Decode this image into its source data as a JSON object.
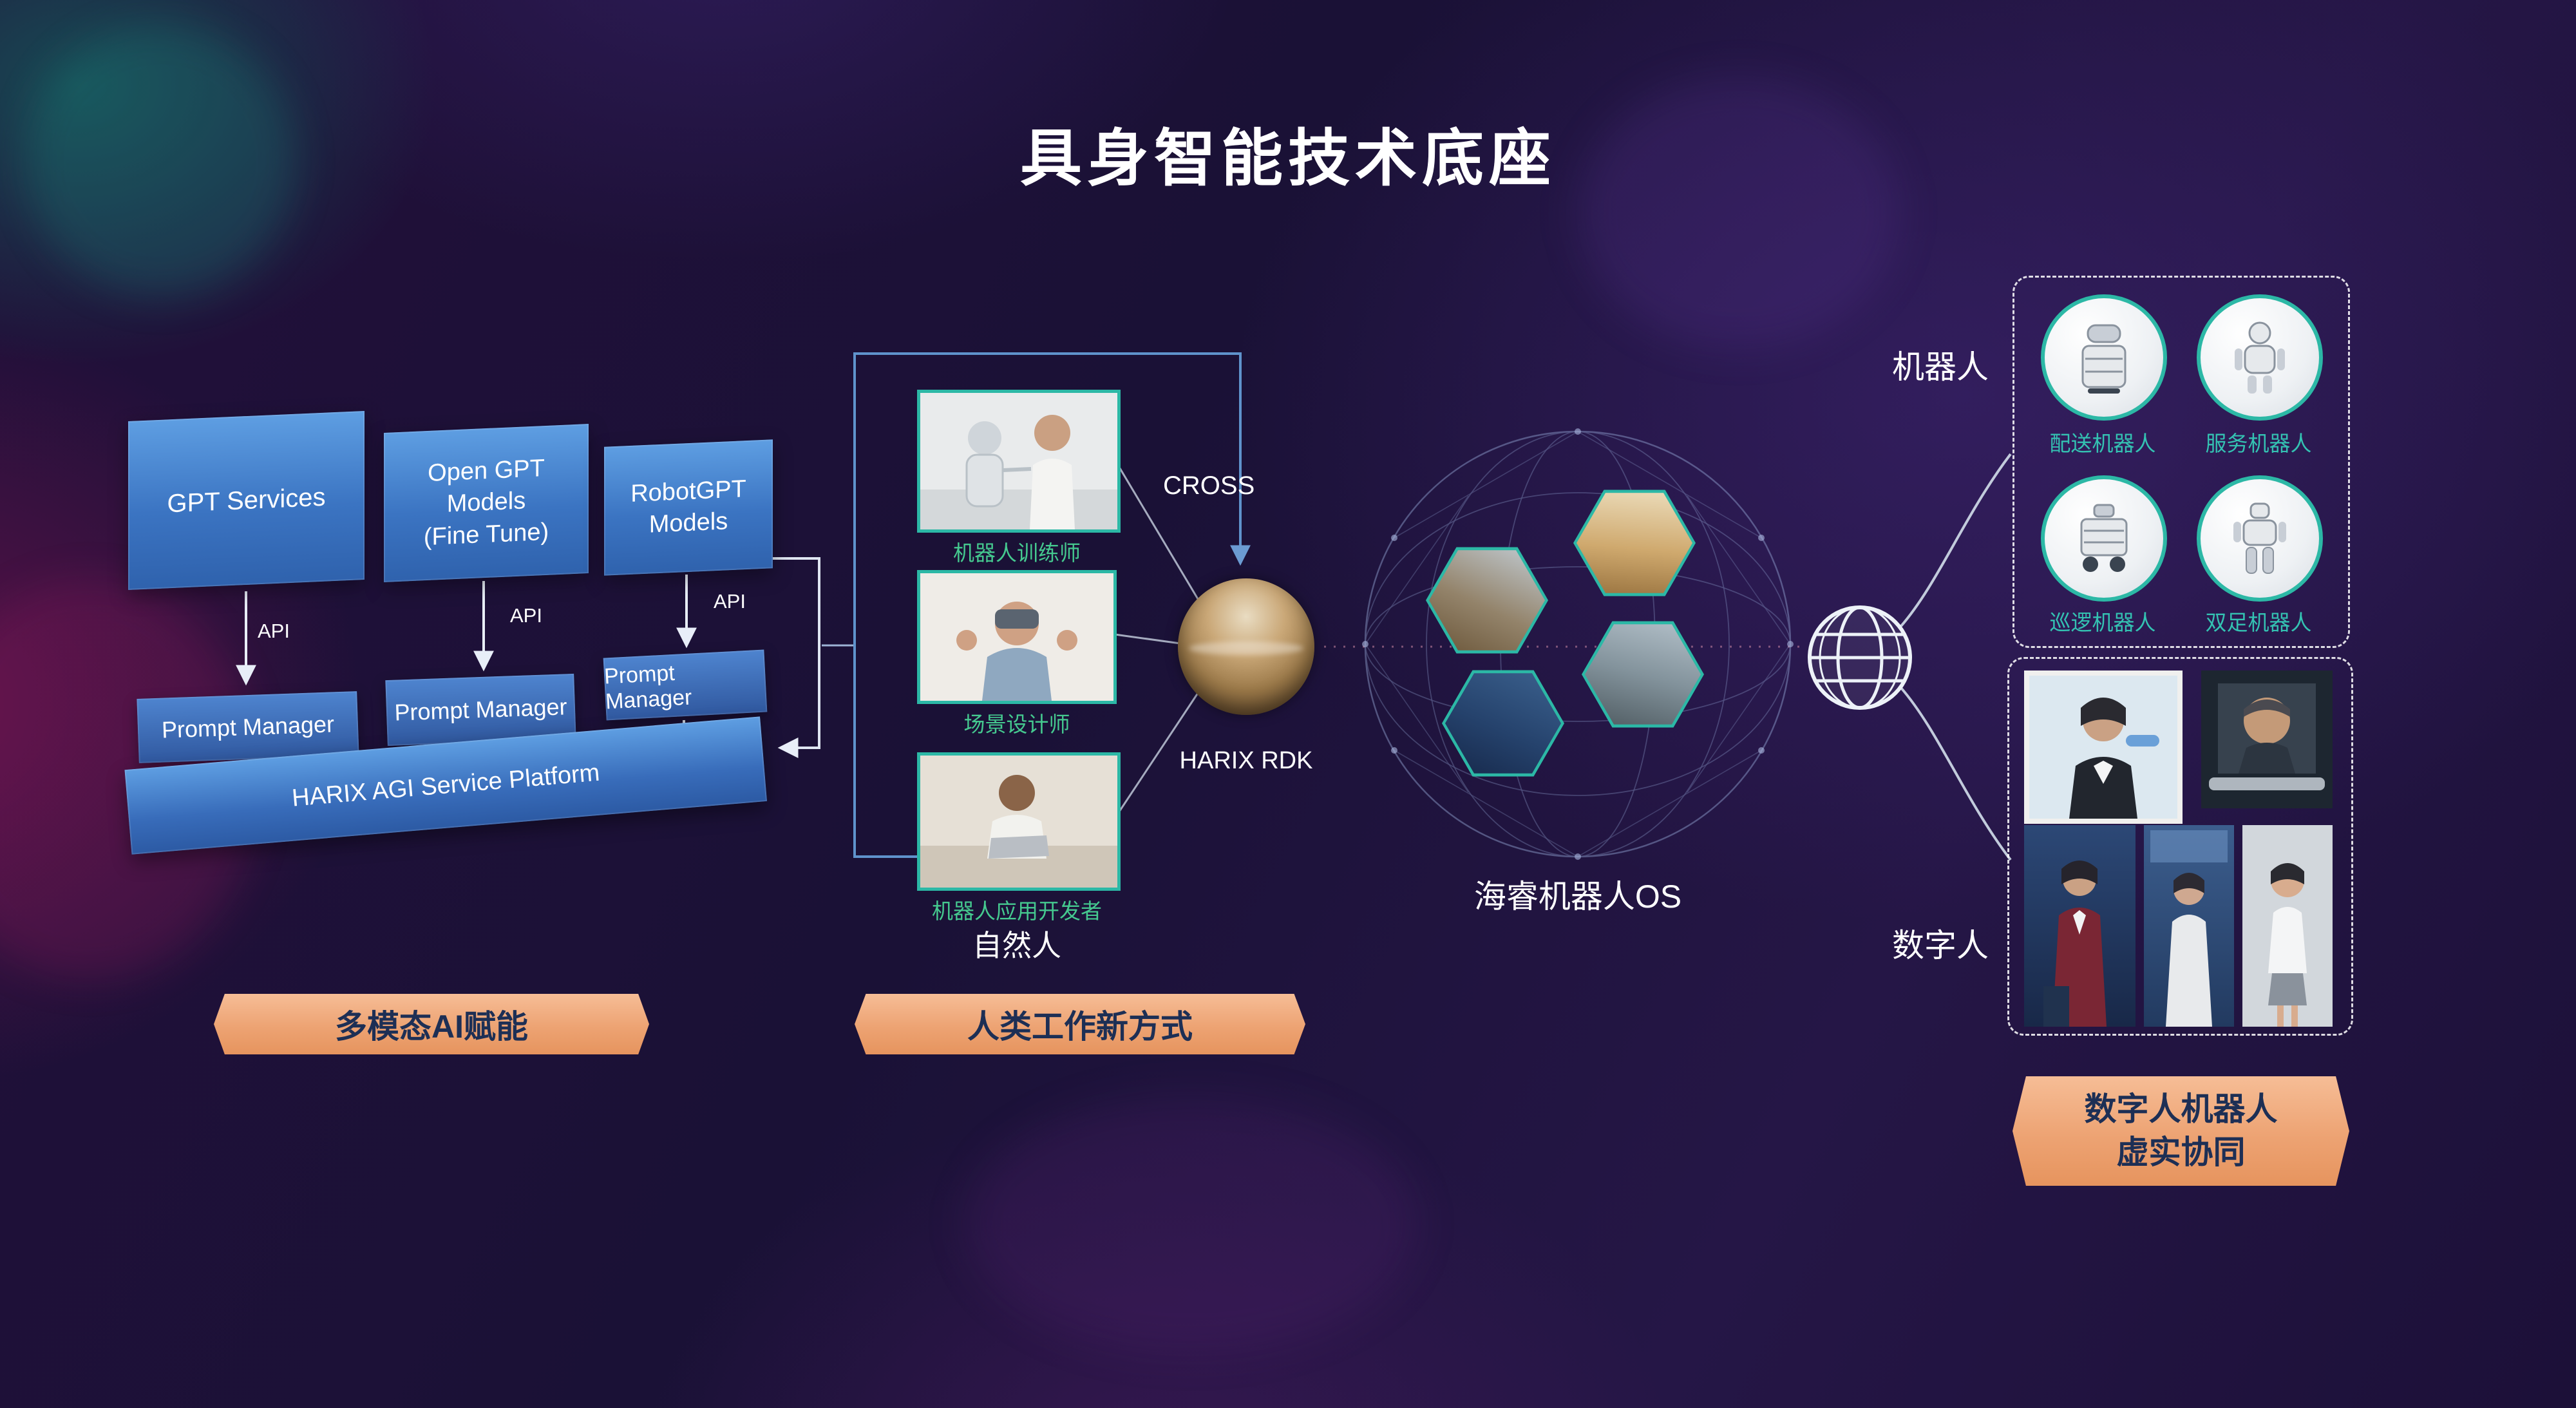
{
  "title": "具身智能技术底座",
  "left": {
    "boxes": [
      {
        "label": "GPT Services"
      },
      {
        "label": "Open GPT\nModels\n(Fine Tune)"
      },
      {
        "label": "RobotGPT\nModels"
      }
    ],
    "api_label": "API",
    "prompt_manager_label": "Prompt Manager",
    "platform_label": "HARIX AGI Service Platform",
    "banner_label": "多模态AI赋能"
  },
  "middle": {
    "photos": [
      {
        "caption": "机器人训练师"
      },
      {
        "caption": "场景设计师"
      },
      {
        "caption": "机器人应用开发者"
      }
    ],
    "group_label": "自然人",
    "cross_label": "CROSS",
    "rdk_label": "HARIX RDK",
    "banner_label": "人类工作新方式"
  },
  "os": {
    "label": "海睿机器人OS"
  },
  "right": {
    "robots_label": "机器人",
    "robots": [
      {
        "label": "配送机器人"
      },
      {
        "label": "服务机器人"
      },
      {
        "label": "巡逻机器人"
      },
      {
        "label": "双足机器人"
      }
    ],
    "digital_label": "数字人",
    "banner_line1": "数字人机器人",
    "banner_line2": "虚实协同"
  },
  "colors": {
    "accent_teal": "#2cb8a6",
    "accent_orange": "#eda373",
    "box_blue": "#3b74c2",
    "caption_green": "#45c98f",
    "banner_text": "#1d2f55",
    "background": "#1c1038"
  }
}
